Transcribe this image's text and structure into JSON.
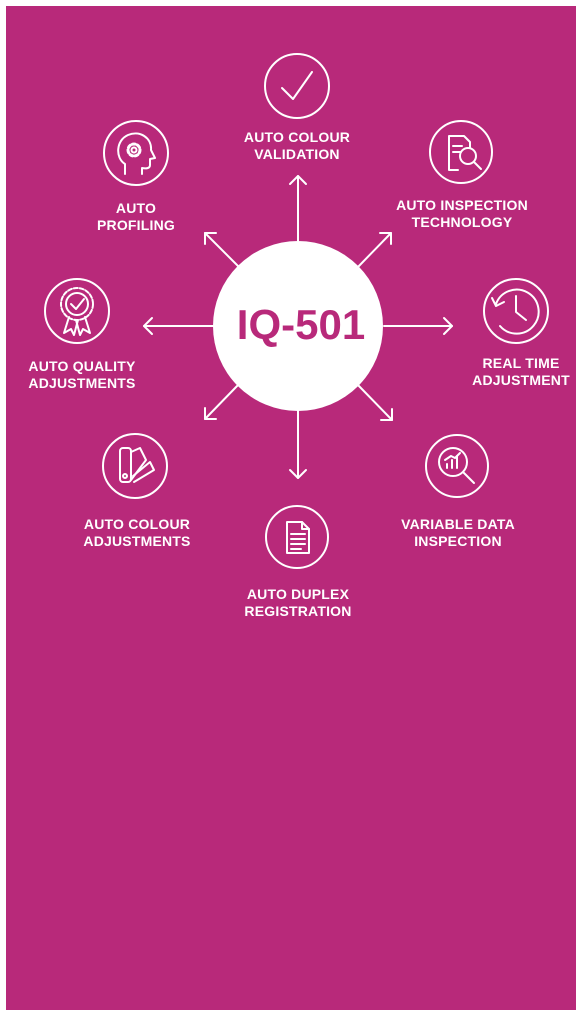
{
  "colors": {
    "background": "#b8297a",
    "foreground": "#ffffff",
    "accent": "#b8297a"
  },
  "center": {
    "label": "IQ-501"
  },
  "features": [
    {
      "name": "auto-colour-validation",
      "icon": "checkmark-icon",
      "lines": [
        "AUTO COLOUR",
        "VALIDATION"
      ]
    },
    {
      "name": "auto-inspection-technology",
      "icon": "document-magnifier-icon",
      "lines": [
        "AUTO INSPECTION",
        "TECHNOLOGY"
      ]
    },
    {
      "name": "real-time-adjustment",
      "icon": "clock-history-icon",
      "lines": [
        "REAL TIME",
        "ADJUSTMENT"
      ]
    },
    {
      "name": "variable-data-inspection",
      "icon": "chart-magnifier-icon",
      "lines": [
        "VARIABLE DATA",
        "INSPECTION"
      ]
    },
    {
      "name": "auto-duplex-registration",
      "icon": "document-icon",
      "lines": [
        "AUTO DUPLEX",
        "REGISTRATION"
      ]
    },
    {
      "name": "auto-colour-adjustments",
      "icon": "colour-swatch-icon",
      "lines": [
        "AUTO COLOUR",
        "ADJUSTMENTS"
      ]
    },
    {
      "name": "auto-quality-adjustments",
      "icon": "quality-badge-icon",
      "lines": [
        "AUTO QUALITY",
        "ADJUSTMENTS"
      ]
    },
    {
      "name": "auto-profiling",
      "icon": "head-gear-icon",
      "lines": [
        "AUTO",
        "PROFILING"
      ]
    }
  ]
}
